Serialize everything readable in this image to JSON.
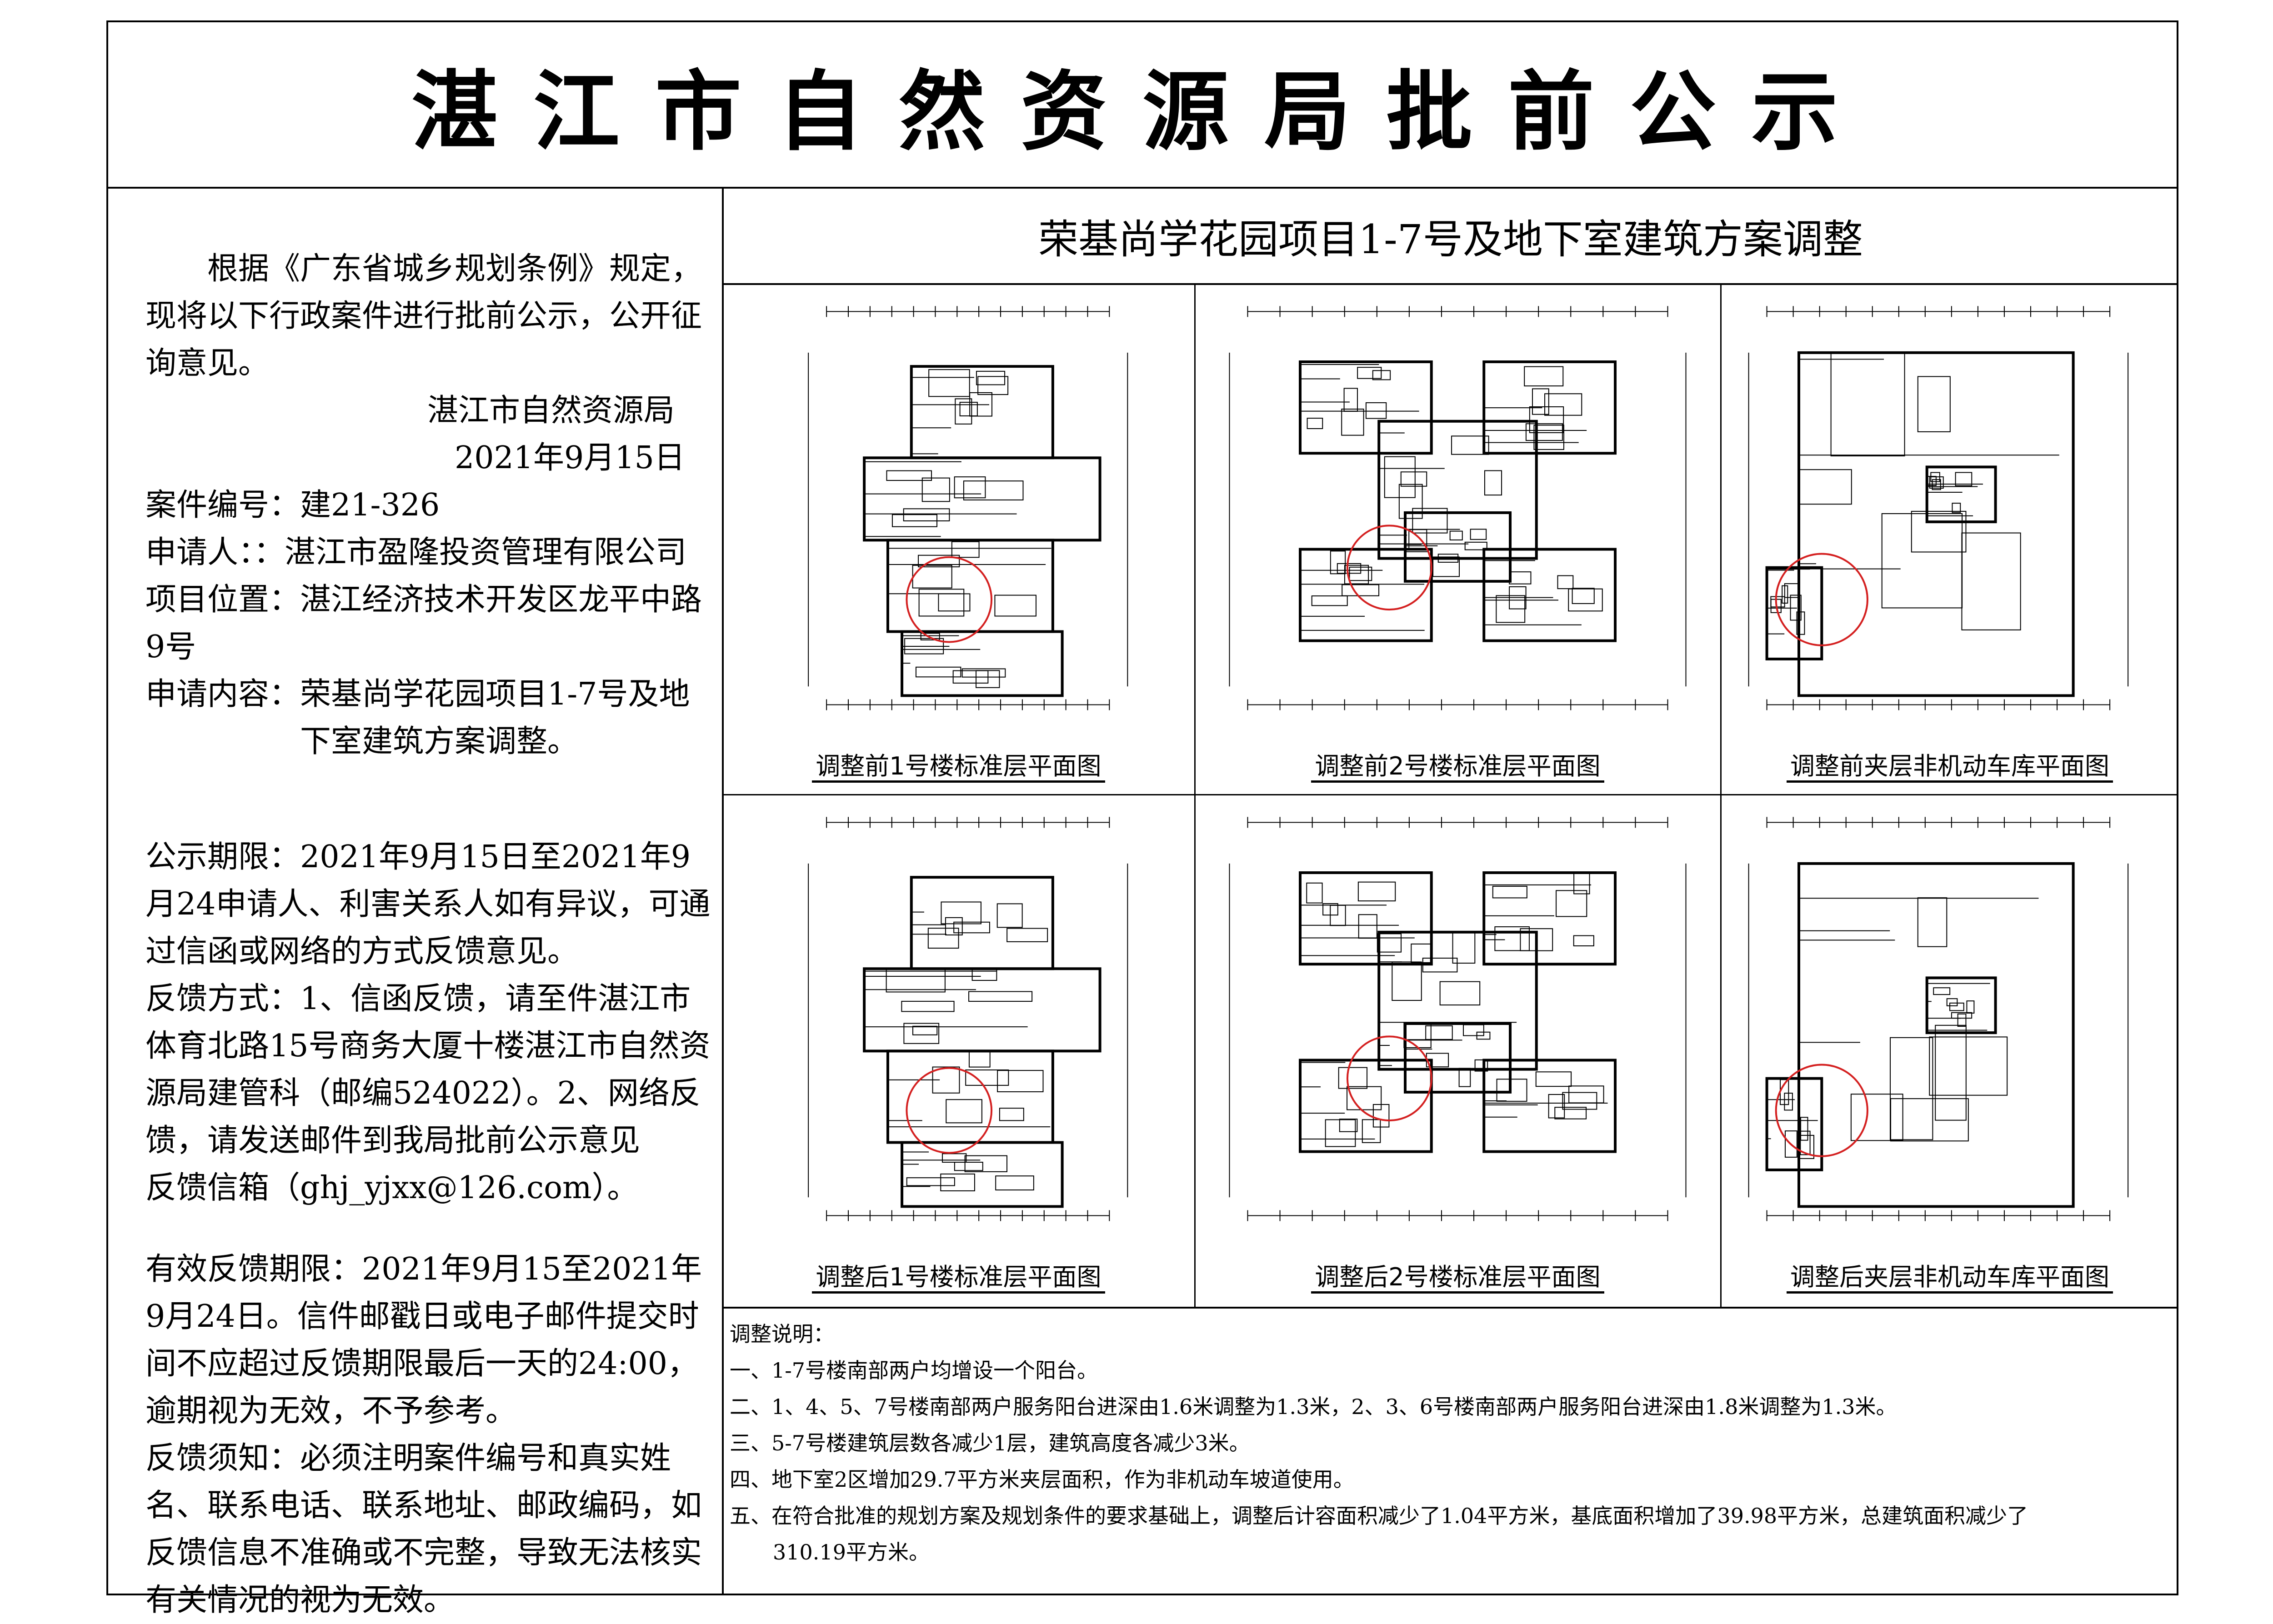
{
  "title": "湛江市自然资源局批前公示",
  "left": {
    "intro": "根据《广东省城乡规划条例》规定，现将以下行政案件进行批前公示，公开征询意见。",
    "issuer": "湛江市自然资源局",
    "date": "2021年9月15日",
    "case_no": "案件编号：建21-326",
    "applicant": "申请人：：湛江市盈隆投资管理有限公司",
    "location": "项目位置：湛江经济技术开发区龙平中路9号",
    "content_label": "申请内容：",
    "content": "荣基尚学花园项目1-7号及地下室建筑方案调整。",
    "period": "公示期限：2021年9月15日至2021年9月24申请人、利害关系人如有异议，可通过信函或网络的方式反馈意见。",
    "feedback": "反馈方式：1、信函反馈，请至件湛江市体育北路15号商务大厦十楼湛江市自然资源局建管科（邮编524022）。2、网络反馈，请发送邮件到我局批前公示意见",
    "email": "反馈信箱（ghj_yjxx@126.com）。",
    "valid": "有效反馈期限：2021年9月15至2021年9月24日。信件邮戳日或电子邮件提交时间不应超过反馈期限最后一天的24:00，逾期视为无效，不予参考。",
    "notice": "反馈须知：必须注明案件编号和真实姓名、联系电话、联系地址、邮政编码，如反馈信息不准确或不完整，导致无法核实有关情况的视为无效。"
  },
  "subtitle": "荣基尚学花园项目1-7号及地下室建筑方案调整",
  "panels": [
    {
      "caption": "调整前1号楼标准层平面图",
      "type": "tower1"
    },
    {
      "caption": "调整前2号楼标准层平面图",
      "type": "tower2"
    },
    {
      "caption": "调整前夹层非机动车库平面图",
      "type": "garage"
    },
    {
      "caption": "调整后1号楼标准层平面图",
      "type": "tower1"
    },
    {
      "caption": "调整后2号楼标准层平面图",
      "type": "tower2"
    },
    {
      "caption": "调整后夹层非机动车库平面图",
      "type": "garage"
    }
  ],
  "notes": {
    "heading": "调整说明：",
    "items": [
      "一、1-7号楼南部两户均增设一个阳台。",
      "二、1、4、5、7号楼南部两户服务阳台进深由1.6米调整为1.3米，2、3、6号楼南部两户服务阳台进深由1.8米调整为1.3米。",
      "三、5-7号楼建筑层数各减少1层，建筑高度各减少3米。",
      "四、地下室2区增加29.7平方米夹层面积，作为非机动车坡道使用。",
      "五、在符合批准的规划方案及规划条件的要求基础上，调整后计容面积减少了1.04平方米，基底面积增加了39.98平方米，总建筑面积减少了",
      "310.19平方米。"
    ]
  },
  "colors": {
    "highlight_circle": "#d42020",
    "line": "#000000"
  }
}
